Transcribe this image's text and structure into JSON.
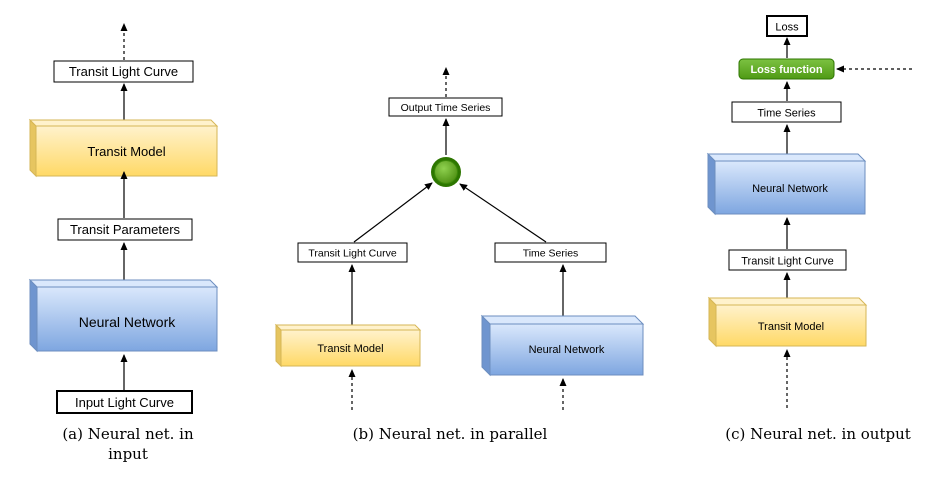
{
  "panel_a": {
    "output_box": "Transit Light Curve",
    "model_box": "Transit Model",
    "params_box": "Transit Parameters",
    "network_box": "Neural Network",
    "input_box": "Input Light Curve",
    "caption_line1": "(a) Neural net. in",
    "caption_line2": "input"
  },
  "panel_b": {
    "output_box": "Output Time Series",
    "left_curve_box": "Transit Light Curve",
    "right_series_box": "Time Series",
    "model_box": "Transit Model",
    "network_box": "Neural Network",
    "caption": "(b) Neural net. in parallel"
  },
  "panel_c": {
    "loss_box": "Loss",
    "loss_function_box": "Loss function",
    "series_box": "Time Series",
    "network_box": "Neural Network",
    "curve_box": "Transit Light Curve",
    "model_box": "Transit Model",
    "caption": "(c) Neural net. in output"
  },
  "colors": {
    "yellow_top": "#fff2cc",
    "yellow_bottom": "#ffd966",
    "yellow_stroke": "#d6b656",
    "blue_top": "#dae8fc",
    "blue_bottom": "#7ea6e0",
    "blue_stroke": "#6c8ebf",
    "green_fill": "#60a917",
    "green_stroke": "#2d7600"
  }
}
